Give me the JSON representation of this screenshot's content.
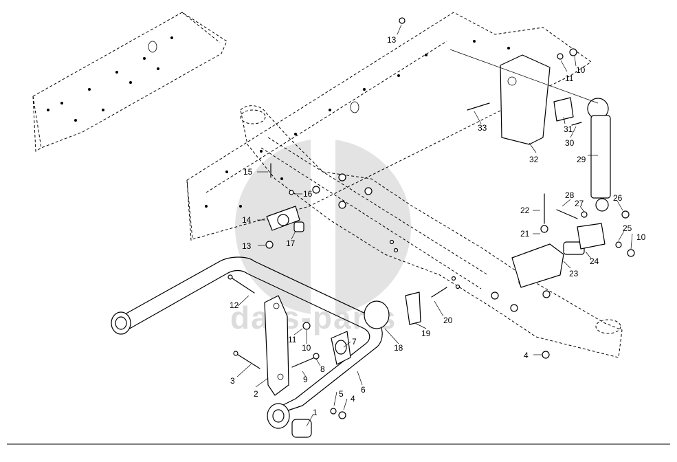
{
  "watermark": {
    "text": "dats-parts",
    "color": "#e3e3e3"
  },
  "callouts": [
    "1",
    "2",
    "3",
    "4",
    "4",
    "5",
    "6",
    "7",
    "8",
    "9",
    "10",
    "10",
    "10",
    "11",
    "11",
    "12",
    "13",
    "13",
    "14",
    "15",
    "16",
    "17",
    "18",
    "19",
    "20",
    "21",
    "22",
    "23",
    "24",
    "25",
    "26",
    "27",
    "28",
    "29",
    "30",
    "31",
    "32",
    "33"
  ],
  "labels": {
    "c1": "1",
    "c2": "2",
    "c3": "3",
    "c4a": "4",
    "c4b": "4",
    "c5": "5",
    "c6": "6",
    "c7": "7",
    "c8": "8",
    "c9": "9",
    "c10a": "10",
    "c10b": "10",
    "c10c": "10",
    "c11a": "11",
    "c11b": "11",
    "c12": "12",
    "c13a": "13",
    "c13b": "13",
    "c14": "14",
    "c15": "15",
    "c16": "16",
    "c17": "17",
    "c18": "18",
    "c19": "19",
    "c20": "20",
    "c21": "21",
    "c22": "22",
    "c23": "23",
    "c24": "24",
    "c25": "25",
    "c26": "26",
    "c27": "27",
    "c28": "28",
    "c29": "29",
    "c30": "30",
    "c31": "31",
    "c32": "32",
    "c33": "33"
  }
}
